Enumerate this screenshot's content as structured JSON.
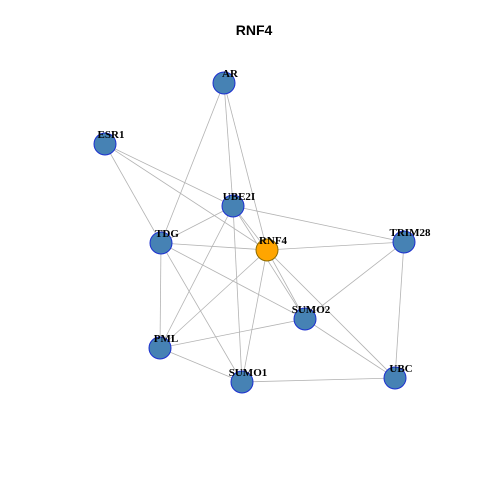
{
  "title": "RNF4",
  "colors": {
    "node_fill": "#4682B4",
    "node_stroke": "#1C2FD0",
    "center_fill": "#FFA500",
    "center_stroke": "#8B6A00",
    "edge": "#B3B3B3"
  },
  "nodes": [
    {
      "id": "AR",
      "label": "AR",
      "center": false
    },
    {
      "id": "ESR1",
      "label": "ESR1",
      "center": false
    },
    {
      "id": "UBE2I",
      "label": "UBE2I",
      "center": false
    },
    {
      "id": "TDG",
      "label": "TDG",
      "center": false
    },
    {
      "id": "RNF4",
      "label": "RNF4",
      "center": true
    },
    {
      "id": "TRIM28",
      "label": "TRIM28",
      "center": false
    },
    {
      "id": "SUMO2",
      "label": "SUMO2",
      "center": false
    },
    {
      "id": "PML",
      "label": "PML",
      "center": false
    },
    {
      "id": "SUMO1",
      "label": "SUMO1",
      "center": false
    },
    {
      "id": "UBC",
      "label": "UBC",
      "center": false
    }
  ],
  "edges": [
    [
      "AR",
      "UBE2I"
    ],
    [
      "AR",
      "TDG"
    ],
    [
      "AR",
      "RNF4"
    ],
    [
      "ESR1",
      "UBE2I"
    ],
    [
      "ESR1",
      "TDG"
    ],
    [
      "ESR1",
      "RNF4"
    ],
    [
      "UBE2I",
      "TDG"
    ],
    [
      "UBE2I",
      "RNF4"
    ],
    [
      "UBE2I",
      "TRIM28"
    ],
    [
      "UBE2I",
      "SUMO2"
    ],
    [
      "UBE2I",
      "PML"
    ],
    [
      "UBE2I",
      "SUMO1"
    ],
    [
      "TDG",
      "RNF4"
    ],
    [
      "TDG",
      "PML"
    ],
    [
      "TDG",
      "SUMO1"
    ],
    [
      "TDG",
      "SUMO2"
    ],
    [
      "RNF4",
      "TRIM28"
    ],
    [
      "RNF4",
      "SUMO2"
    ],
    [
      "RNF4",
      "PML"
    ],
    [
      "RNF4",
      "SUMO1"
    ],
    [
      "RNF4",
      "UBC"
    ],
    [
      "TRIM28",
      "SUMO2"
    ],
    [
      "TRIM28",
      "UBC"
    ],
    [
      "SUMO2",
      "PML"
    ],
    [
      "SUMO2",
      "UBC"
    ],
    [
      "PML",
      "SUMO1"
    ],
    [
      "SUMO1",
      "UBC"
    ]
  ]
}
